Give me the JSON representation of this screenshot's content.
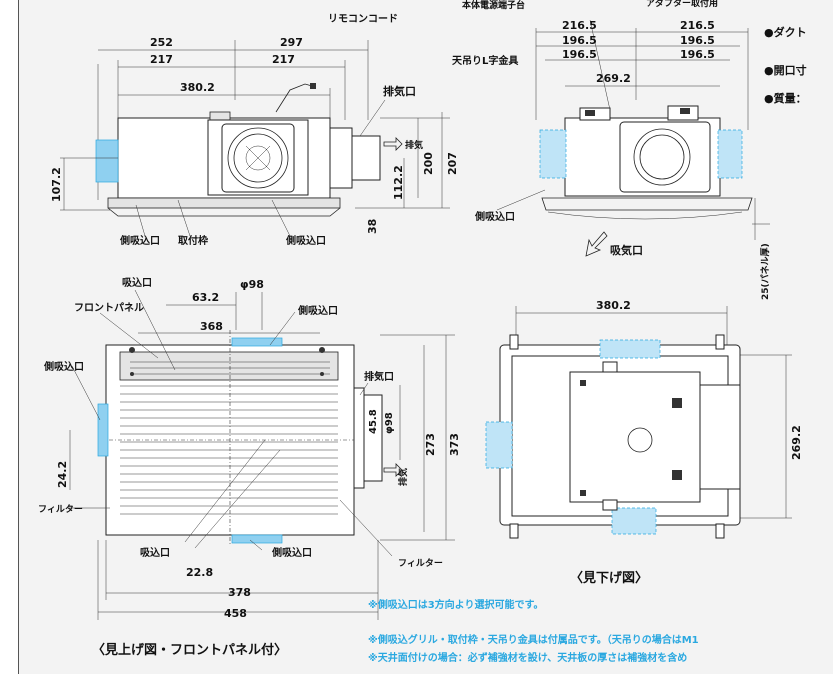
{
  "front_view": {
    "remote_cord": "リモコンコード",
    "exhaust": "排気口",
    "exhaust_arrow": "排気",
    "side_intake": "側吸込口",
    "mount_frame": "取付枠",
    "bottom_intake": "側吸込口",
    "dims": {
      "d252": "252",
      "d297": "297",
      "d217a": "217",
      "d217b": "217",
      "d380": "380.2",
      "d200": "200",
      "d207": "207",
      "d112": "112.2",
      "d107": "107.2",
      "d38": "38"
    }
  },
  "side_view": {
    "power_terminal": "本体電源端子台",
    "top_label": "アダプター取付用",
    "hanger": "天吊りL字金具",
    "back_intake": "側吸込口",
    "grille": "吸気口",
    "dims": {
      "d216a": "216.5",
      "d216b": "216.5",
      "d196a": "196.5",
      "d196b": "196.5",
      "d196c": "196.5",
      "d196d": "196.5",
      "d269": "269.2",
      "d25": "25(パネル厚)"
    }
  },
  "spec_list": {
    "items": [
      "●ダクト",
      "●開口寸",
      "●質量："
    ]
  },
  "bottom_view": {
    "intake": "吸込口",
    "front_panel": "フロントパネル",
    "side_intake_l": "側吸込口",
    "side_intake_top": "側吸込口",
    "exhaust": "排気口",
    "exhaust_arrow": "排気",
    "filter_l": "フィルター",
    "filter_r": "フィルター",
    "bottom_intake_l": "吸込口",
    "bottom_intake_r": "側吸込口",
    "caption": "〈見上げ図・フロントパネル付〉",
    "dims": {
      "d63": "63.2",
      "phi98": "φ98",
      "d368": "368",
      "d45": "45.8",
      "phi98b": "φ98",
      "d273": "273",
      "d373": "373",
      "d24": "24.2",
      "d22": "22.8",
      "d378": "378",
      "d458": "458"
    }
  },
  "lookdown_view": {
    "d380": "380.2",
    "d269": "269.2",
    "caption": "〈見下げ図〉"
  },
  "notes": {
    "n1": "※側吸込口は3方向より選択可能です。",
    "n2": "※側吸込グリル・取付枠・天吊り金具は付属品です。（天吊りの場合はM1",
    "n3": "※天井面付けの場合：必ず補強材を設け、天井板の厚さは補強材を含め"
  }
}
